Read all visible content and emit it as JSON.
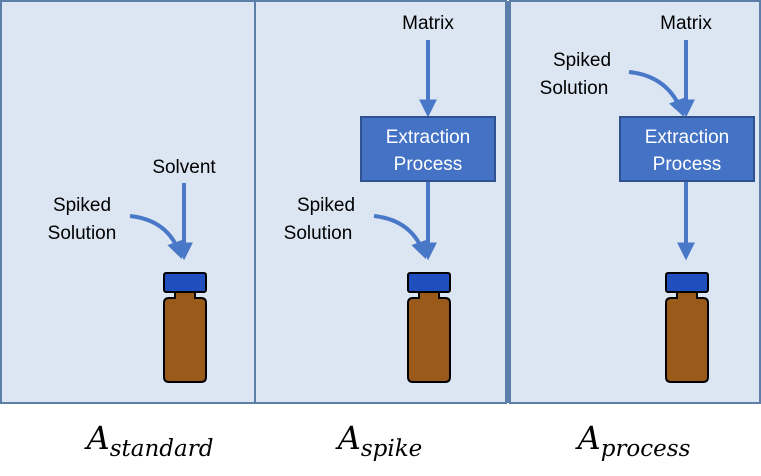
{
  "panels": [
    {
      "solvent_label": "Solvent",
      "spiked_line1": "Spiked",
      "spiked_line2": "Solution",
      "caption_main": "A",
      "caption_sub": "standard"
    },
    {
      "matrix_label": "Matrix",
      "box_line1": "Extraction",
      "box_line2": "Process",
      "spiked_line1": "Spiked",
      "spiked_line2": "Solution",
      "caption_main": "A",
      "caption_sub": "spike"
    },
    {
      "matrix_label": "Matrix",
      "spiked_line1": "Spiked",
      "spiked_line2": "Solution",
      "box_line1": "Extraction",
      "box_line2": "Process",
      "caption_main": "A",
      "caption_sub": "process"
    }
  ],
  "colors": {
    "panel_bg": "#dce6f2",
    "panel_border": "#5b7fa8",
    "arrow": "#4a78c8",
    "box_fill": "#4472c4",
    "box_border": "#2f528f",
    "vial_cap": "#1f4fbf",
    "vial_body": "#9a5a1a"
  },
  "icons": [
    "vial-icon",
    "down-arrow-icon",
    "curved-arrow-icon"
  ]
}
